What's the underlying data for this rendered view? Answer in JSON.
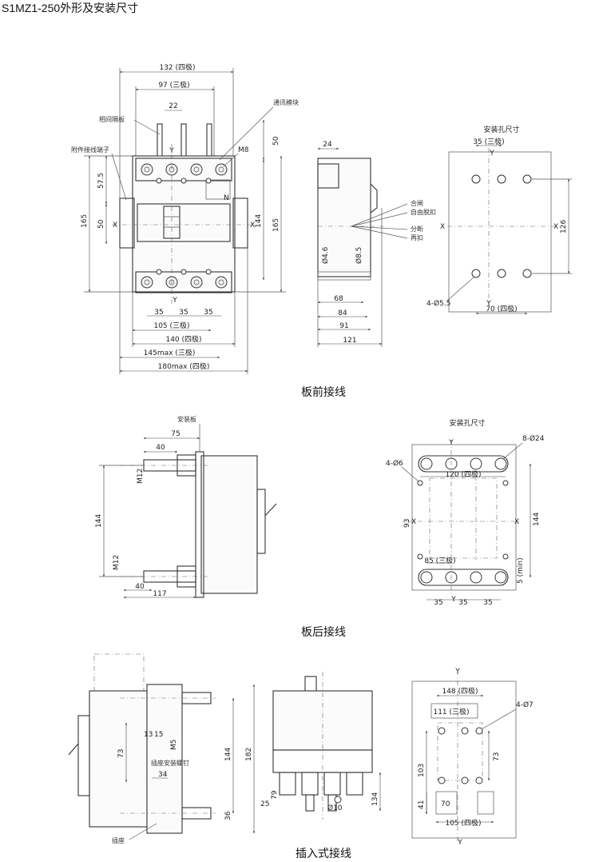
{
  "title": "S1MZ1-250外形及安装尺寸",
  "captions": {
    "front": "板前接线",
    "rear": "板后接线",
    "plugin": "插入式接线"
  },
  "labels": {
    "phase_partition": "相间隔板",
    "comm_module": "通讯模块",
    "aux_terminal": "附件接线端子",
    "close": "合闸",
    "free_trip": "自由脱扣",
    "open": "分断",
    "reset": "再扣",
    "mount_hole_size": "安装孔尺寸",
    "mount_plate": "安装板",
    "socket_screw": "插座安装螺钉",
    "socket": "插座",
    "x": "X",
    "y": "Y",
    "n": "N",
    "m8": "M8",
    "m12": "M12",
    "m5": "M5"
  },
  "dims_front": {
    "d132": "132 (四极)",
    "d97": "97 (三极)",
    "d22": "22",
    "d50top": "50",
    "d57_5": "57.5",
    "d50mid": "50",
    "d165l": "165",
    "d144": "144",
    "d165r": "165",
    "d35a": "35",
    "d35b": "35",
    "d35c": "35",
    "d105": "105 (三极)",
    "d140": "140 (四极)",
    "d145": "145max (三极)",
    "d180": "180max (四极)",
    "d24": "24",
    "d4_6": "Ø4.6",
    "d8_5": "Ø8.5",
    "d68": "68",
    "d84": "84",
    "d91": "91",
    "d121": "121",
    "d35top": "35 (三极)",
    "d126": "126",
    "d70": "70 (四极)",
    "d4_5_5": "4-Ø5.5"
  },
  "dims_rear": {
    "d75": "75",
    "d40a": "40",
    "d144": "144",
    "d40b": "40",
    "d117": "117",
    "d8_24": "8-Ø24",
    "d4_6": "4-Ø6",
    "d120": "120 (四极)",
    "d93": "93",
    "d144r": "144",
    "d85": "85 (三极)",
    "d5min": "5 (min)",
    "d35a": "35",
    "d35b": "35",
    "d35c": "35"
  },
  "dims_plugin": {
    "d13": "13",
    "d15": "15",
    "d73": "73",
    "d34": "34",
    "d144": "144",
    "d182": "182",
    "d36": "36",
    "d79": "79",
    "d25": "25",
    "d10": "Ø10",
    "d134": "134",
    "d148": "148 (四极)",
    "d111": "111 (三极)",
    "d4_7": "4-Ø7",
    "d103": "103",
    "d73r": "73",
    "d41": "41",
    "d70": "70",
    "d105": "105 (四极)"
  }
}
